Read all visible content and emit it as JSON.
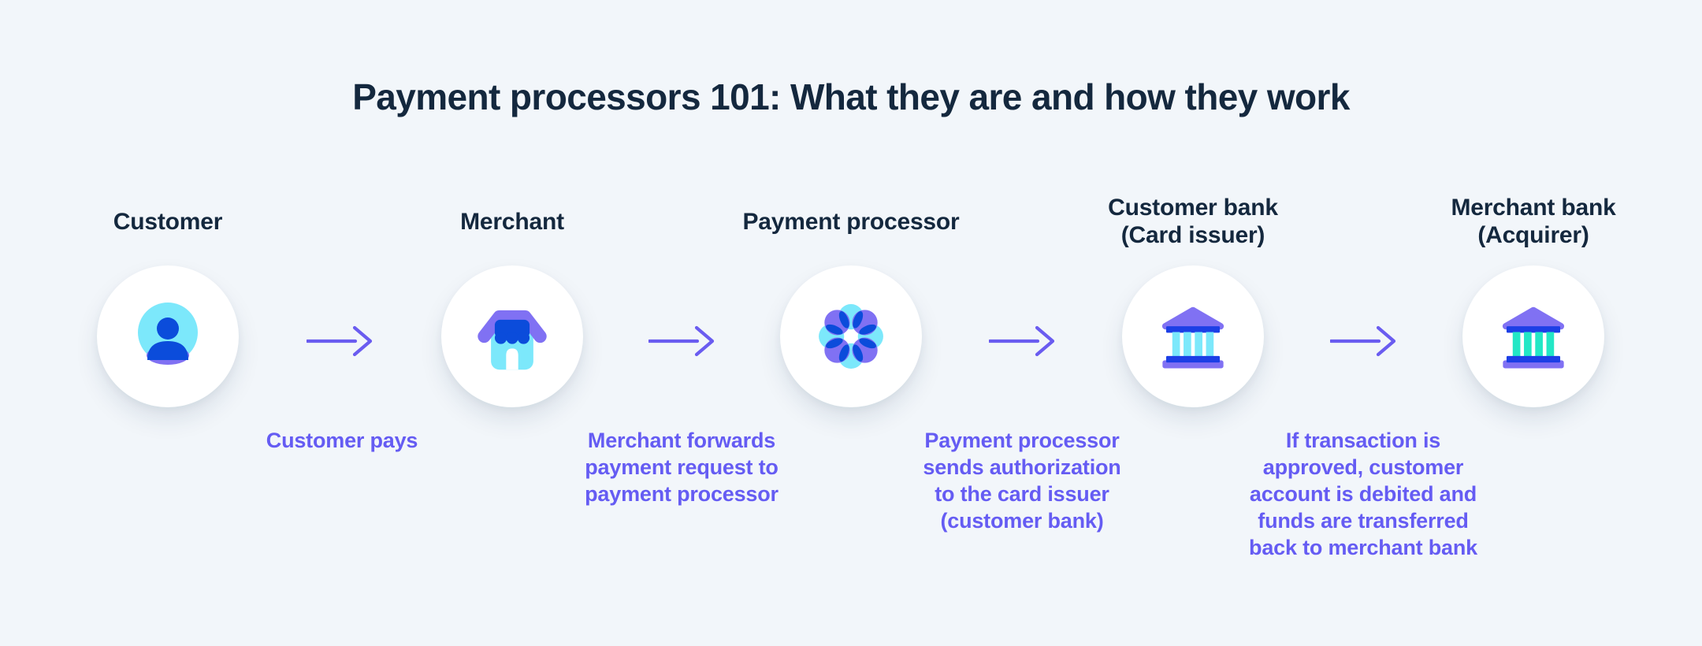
{
  "title": "Payment processors 101: What they are and how they work",
  "colors": {
    "bg": "#F2F6FA",
    "navy": "#14283E",
    "purpleText": "#655CF3",
    "arrowPurple": "#6A5CF0",
    "iconCyan": "#7CE8FB",
    "iconBlue": "#0B4CDB",
    "iconPurple": "#8071F3",
    "bankBarBlue": "#1C3FE6",
    "iconTeal": "#23E7C6",
    "circleWhite": "#FFFFFF"
  },
  "nodes": [
    {
      "label": "Customer",
      "icon": "person-icon"
    },
    {
      "label": "Merchant",
      "icon": "store-icon"
    },
    {
      "label": "Payment processor",
      "icon": "processor-flower-icon"
    },
    {
      "label": "Customer bank",
      "sublabel": "(Card issuer)",
      "icon": "bank-icon"
    },
    {
      "label": "Merchant bank",
      "sublabel": "(Acquirer)",
      "icon": "bank-icon"
    }
  ],
  "flows": [
    {
      "caption": "Customer pays"
    },
    {
      "caption": "Merchant forwards\npayment request to\npayment processor"
    },
    {
      "caption": "Payment processor\nsends authorization\nto the card issuer\n(customer bank)"
    },
    {
      "caption": "If transaction is\napproved, customer\naccount is debited and\nfunds are transferred\nback to merchant bank"
    }
  ]
}
